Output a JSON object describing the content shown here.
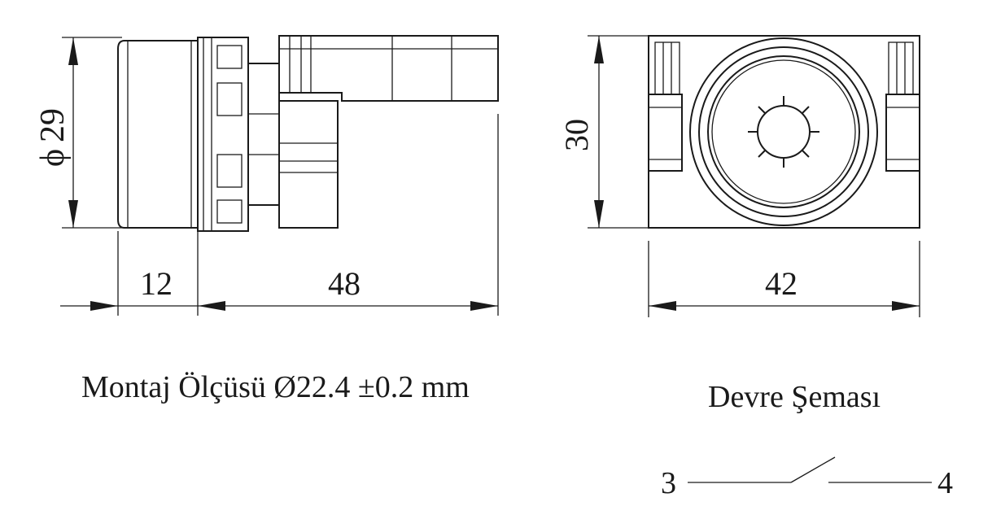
{
  "dimensions": {
    "diameter": "29",
    "length_front": "12",
    "length_body": "48",
    "height": "30",
    "width": "42"
  },
  "captions": {
    "mounting": "Montaj Ölçüsü Ø22.4 ±0.2 mm",
    "circuit": "Devre Şeması"
  },
  "circuit": {
    "terminal_left": "3",
    "terminal_right": "4"
  }
}
